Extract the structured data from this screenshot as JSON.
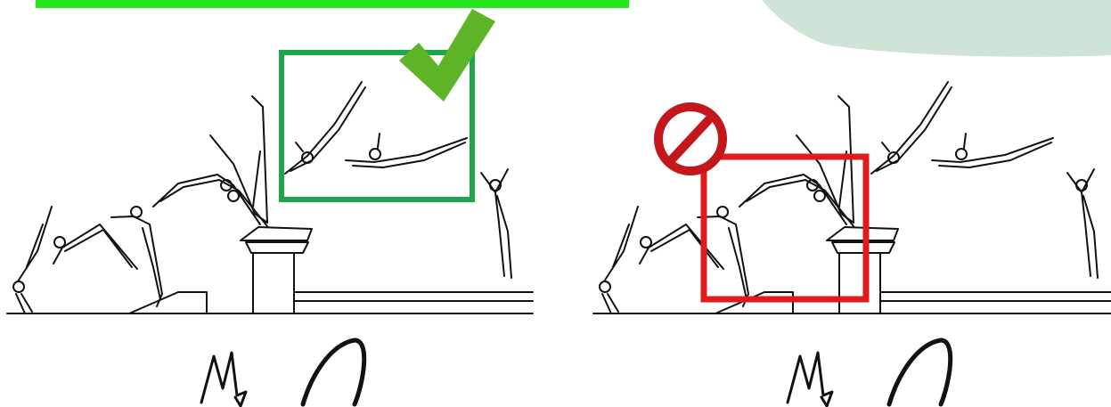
{
  "caption": "",
  "colors": {
    "caption_bar": "#26e61c",
    "correct_frame": "#1fa64a",
    "correct_check": "#5db427",
    "incorrect_frame": "#e01b1b",
    "incorrect_symbol": "#c4171c",
    "corner_shape": "#cfe3d7",
    "ink": "#111111"
  },
  "panels": [
    {
      "verdict": "correct",
      "marker": "check-mark-icon",
      "highlight": "flight-phase-after-vault"
    },
    {
      "verdict": "incorrect",
      "marker": "prohibition-icon",
      "highlight": "take-off-and-support-phase"
    }
  ]
}
